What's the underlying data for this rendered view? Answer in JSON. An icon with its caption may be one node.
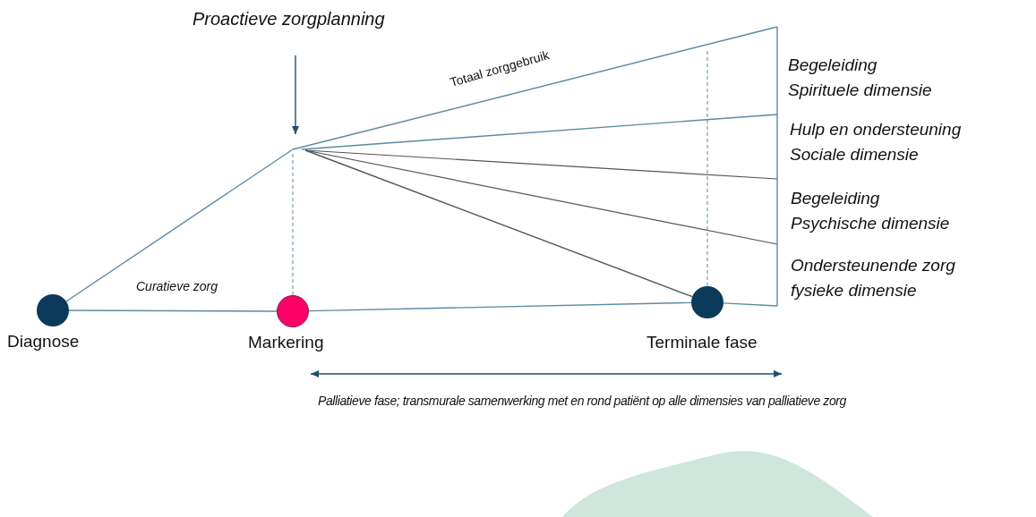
{
  "diagram": {
    "nodes": [
      {
        "text": [
          "Diagnose"
        ]
      },
      {
        "text": [
          "Markering"
        ]
      },
      {
        "text": [
          "Terminale fase"
        ]
      },
      {
        "text": [
          "Proactieve zorgplanning"
        ]
      }
    ],
    "edges": [
      {
        "from": 0,
        "to": 1,
        "arrow": "none",
        "label": "Curatieve zorg"
      },
      {
        "from": 1,
        "to": 2,
        "arrow": "none"
      },
      {
        "from": 0,
        "to": null,
        "arrow": "none"
      },
      {
        "from": 1,
        "to": null,
        "arrow": "none",
        "style": "dashed"
      },
      {
        "from": null,
        "to": 2,
        "arrow": "none",
        "color": "#555555"
      },
      {
        "from": 2,
        "to": null,
        "arrow": "none",
        "style": "dashed"
      },
      {
        "from": 3,
        "to": null,
        "arrow": "to",
        "color": "#1f4e6e"
      },
      {
        "from": 2,
        "to": null,
        "arrow": "none"
      }
    ],
    "labels": [
      "Totaal zorggebruik",
      "Begeleiding",
      "Spirituele dimensie",
      "Hulp en ondersteuning",
      "Sociale dimensie",
      "Begeleiding",
      "Psychische dimensie",
      "Ondersteunende zorg",
      "fysieke dimensie",
      "Palliatieve fase; transmurale samenwerking met en rond patiënt op alle dimensies van palliatieve zorg"
    ]
  }
}
